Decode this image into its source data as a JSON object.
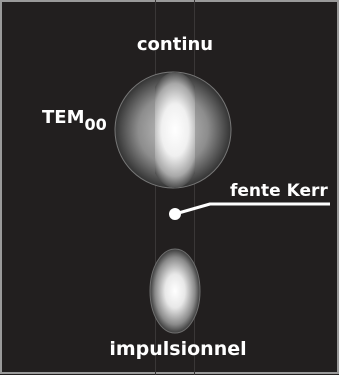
{
  "labels": {
    "top": "continu",
    "bottom": "impulsionnel",
    "mode_main": "TEM",
    "mode_sub": "00",
    "slit": "fente Kerr"
  },
  "colors": {
    "background": "#221f1f",
    "frame": "#9a9a9a",
    "text": "#ffffff"
  }
}
